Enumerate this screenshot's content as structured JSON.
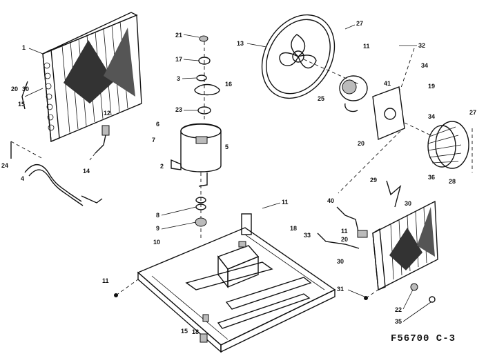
{
  "figure_id": "F56700 C-3",
  "callouts": {
    "c01": "1",
    "c20a": "20",
    "c30": "30",
    "c15a": "15",
    "c12": "12",
    "c14": "14",
    "c24": "24",
    "c04": "4",
    "c21": "21",
    "c17": "17",
    "c03": "3",
    "c16a": "16",
    "c23": "23",
    "c06": "6",
    "c07": "7",
    "c05": "5",
    "c02": "2",
    "c08": "8",
    "c09": "9",
    "c10": "10",
    "c11a": "11",
    "c18a": "18",
    "c11b": "11",
    "c13": "13",
    "c27a": "27",
    "c11c": "11",
    "c32": "32",
    "c34a": "34",
    "c25": "25",
    "c41": "41",
    "c19": "19",
    "c34b": "34",
    "c27b": "27",
    "c20b": "20",
    "c28": "28",
    "c29": "29",
    "c36": "36",
    "c40": "40",
    "c11d": "11",
    "c20c": "20",
    "c30b": "30",
    "c31": "31",
    "c22": "22",
    "c33": "33",
    "c35": "35",
    "c15b": "15",
    "c18b": "18"
  }
}
